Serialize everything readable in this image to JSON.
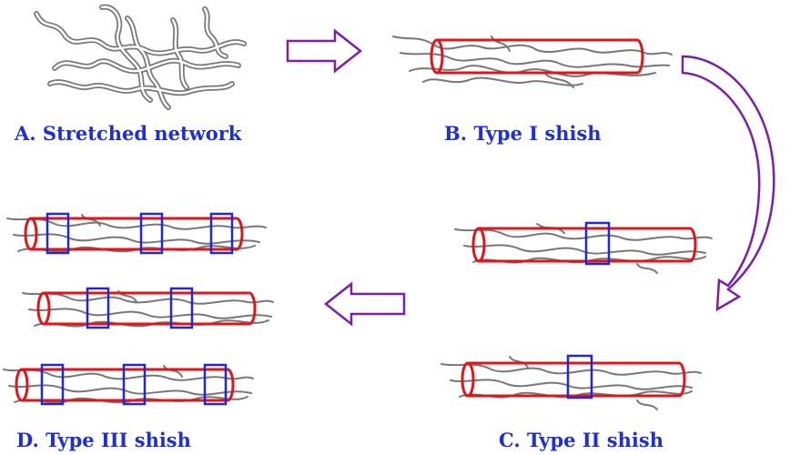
{
  "captions": {
    "a": "A. Stretched network",
    "b": "B. Type I shish",
    "c": "C. Type II shish",
    "d": "D. Type III shish"
  },
  "colors": {
    "caption": "#1f2fd6",
    "shish_tube": "#e0151a",
    "kebab": "#2027d8",
    "arrow": "#7a1fa6",
    "chains": "#777777"
  }
}
